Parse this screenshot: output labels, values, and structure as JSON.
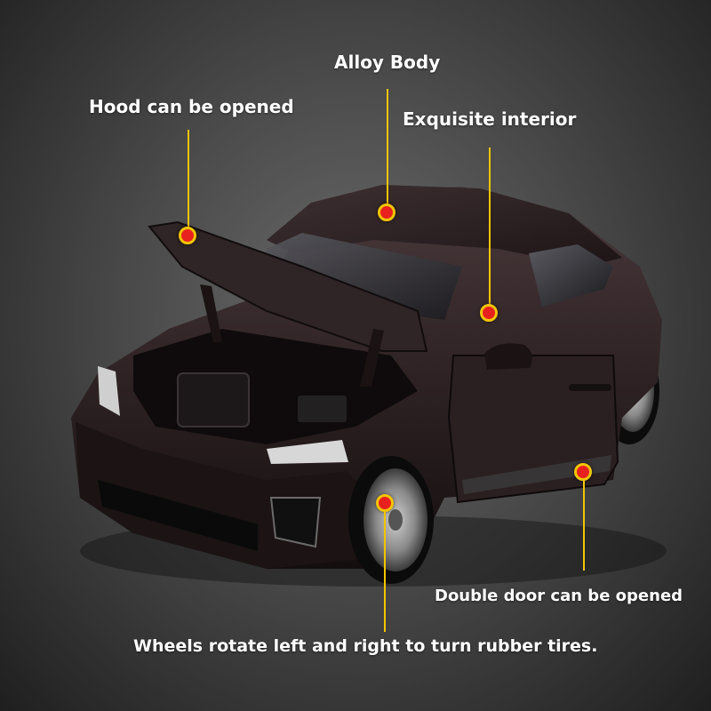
{
  "callouts": {
    "alloy_body": "Alloy Body",
    "hood": "Hood can be opened",
    "interior": "Exquisite interior",
    "door": "Double door can be opened",
    "wheels": "Wheels rotate left and right to turn rubber tires."
  },
  "colors": {
    "leader_line": "#f3c400",
    "dot_fill": "#e8211f",
    "label_text": "#ffffff",
    "car_body": "#2e2224"
  },
  "image": {
    "subject": "die-cast model car with open hood and door"
  }
}
